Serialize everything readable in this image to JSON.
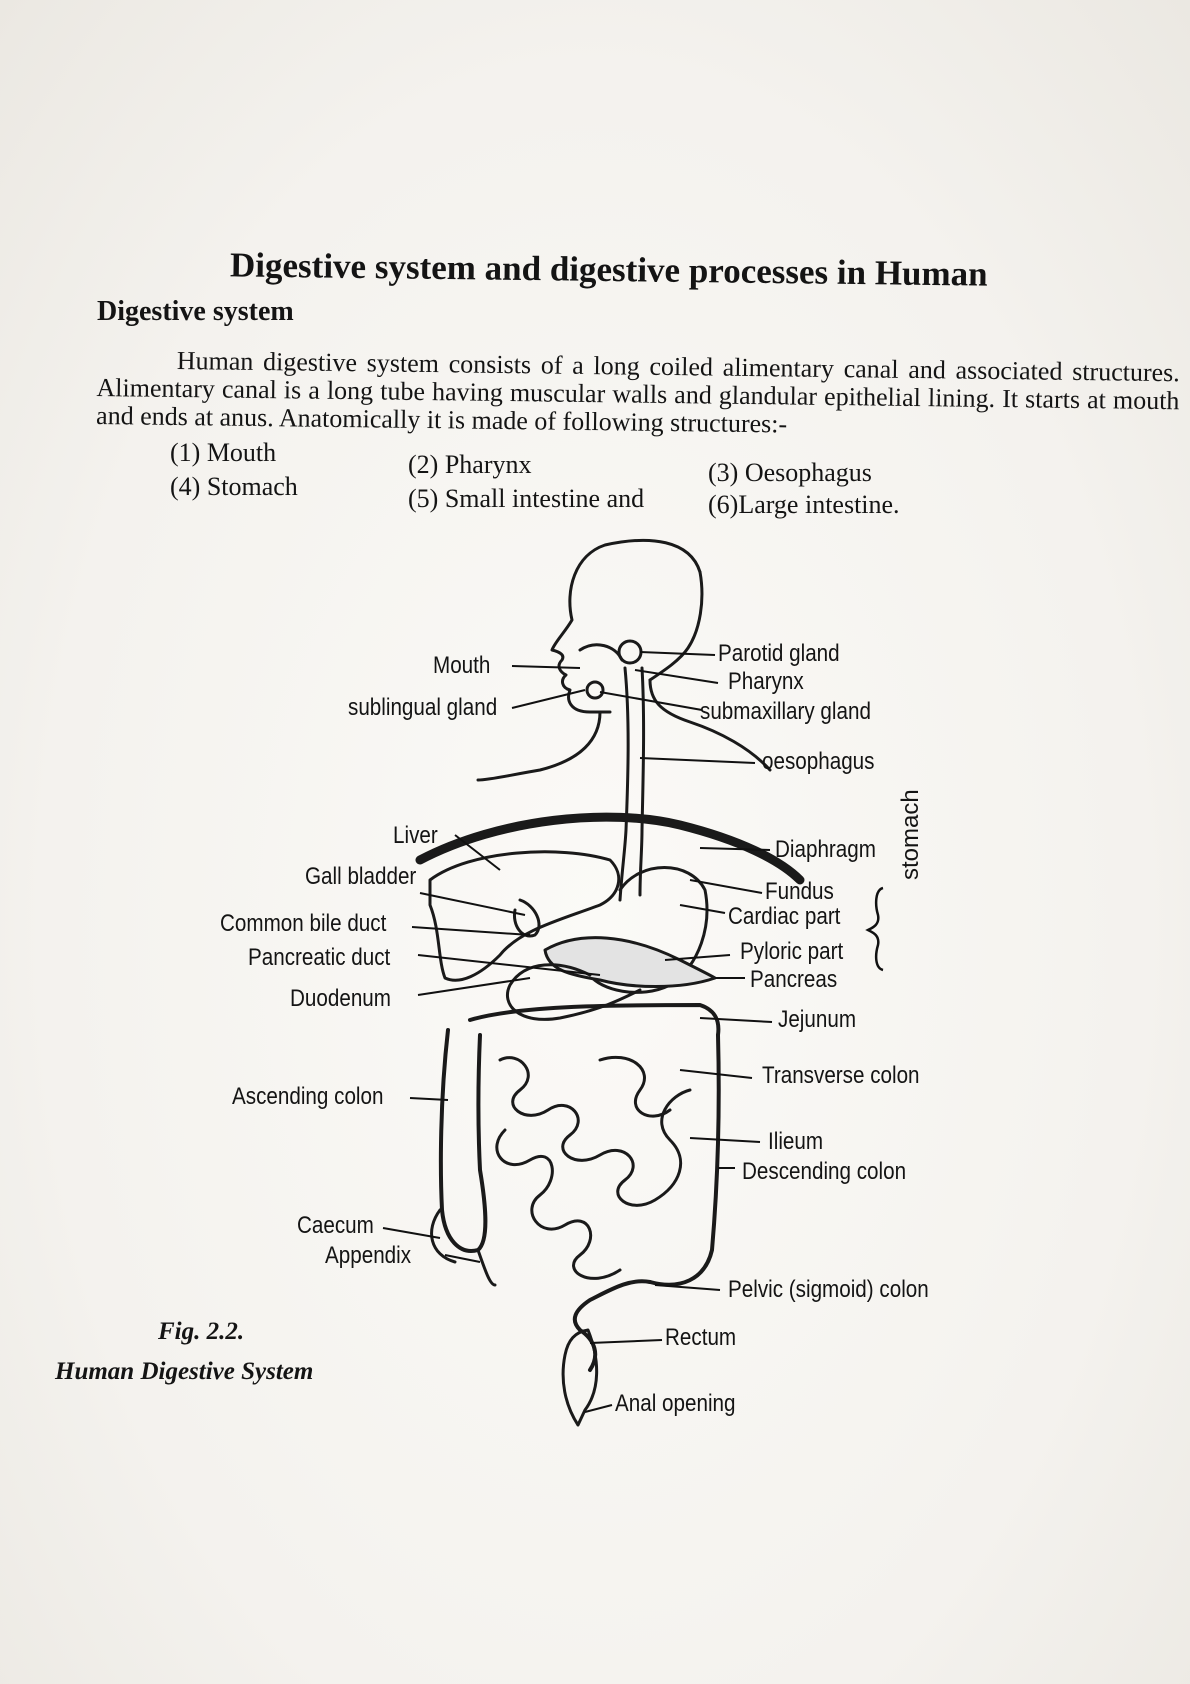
{
  "heading": {
    "title": "Digestive system and digestive processes in Human",
    "subheading": "Digestive system"
  },
  "intro": "Human digestive system consists of a long coiled alimentary canal and associated structures. Alimentary canal is a long tube having muscular walls and glandular epithelial lining. It starts at mouth and ends at anus. Anatomically it is made of following structures:-",
  "structures": [
    "(1) Mouth",
    "(2) Pharynx",
    "(3) Oesophagus",
    "(4) Stomach",
    "(5) Small intestine and",
    "(6)Large intestine."
  ],
  "figure": {
    "labels": {
      "mouth": "Mouth",
      "sublingual_gland": "sublingual gland",
      "parotid_gland": "Parotid gland",
      "pharynx": "Pharynx",
      "submaxillary_gland": "submaxillary gland",
      "oesophagus": "oesophagus",
      "liver": "Liver",
      "gall_bladder": "Gall bladder",
      "common_bile_duct": "Common bile duct",
      "pancreatic_duct": "Pancreatic duct",
      "duodenum": "Duodenum",
      "diaphragm": "Diaphragm",
      "fundus": "Fundus",
      "cardiac_part": "Cardiac part",
      "pyloric_part": "Pyloric part",
      "pancreas": "Pancreas",
      "stomach": "stomach",
      "jejunum": "Jejunum",
      "transverse_colon": "Transverse colon",
      "ascending_colon": "Ascending colon",
      "ilieum": "Ilieum",
      "descending_colon": "Descending colon",
      "caecum": "Caecum",
      "appendix": "Appendix",
      "pelvic_colon": "Pelvic (sigmoid) colon",
      "rectum": "Rectum",
      "anal_opening": "Anal opening"
    },
    "caption_number": "Fig. 2.2.",
    "caption_title": "Human Digestive System"
  }
}
